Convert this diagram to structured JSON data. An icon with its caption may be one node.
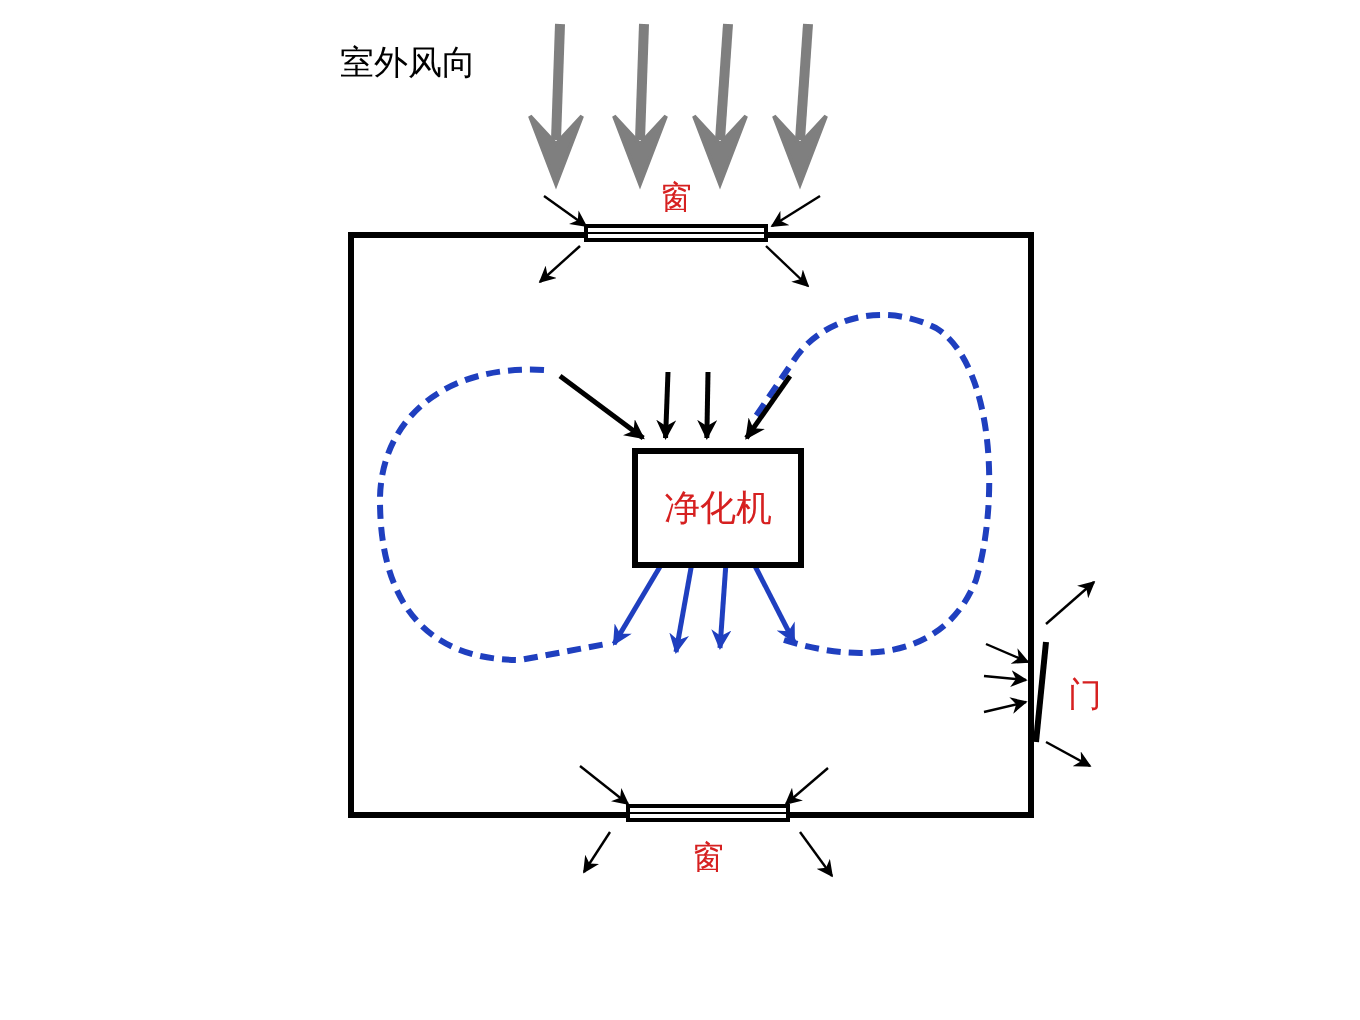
{
  "diagram": {
    "nodes": [
      {
        "text": [],
        "shape": "box"
      },
      {
        "text": [
          "窗"
        ]
      },
      {
        "text": [
          "净化机"
        ],
        "in": 0
      },
      {
        "text": [
          "窗"
        ]
      },
      {
        "text": [
          "门"
        ]
      }
    ],
    "edges": [
      {
        "from": null,
        "to": 2,
        "arrow": "to"
      },
      {
        "from": null,
        "to": 2,
        "arrow": "to"
      },
      {
        "from": null,
        "to": 2,
        "arrow": "to"
      },
      {
        "from": null,
        "to": 2,
        "arrow": "to"
      },
      {
        "from": 2,
        "to": null,
        "arrow": "to",
        "color": "#1f3fbf"
      },
      {
        "from": 2,
        "to": null,
        "arrow": "to",
        "color": "#1f3fbf"
      },
      {
        "from": 2,
        "to": null,
        "arrow": "to",
        "color": "#1f3fbf"
      },
      {
        "from": 2,
        "to": null,
        "arrow": "to",
        "color": "#1f3fbf"
      }
    ],
    "labels": [
      "室外风向"
    ]
  }
}
